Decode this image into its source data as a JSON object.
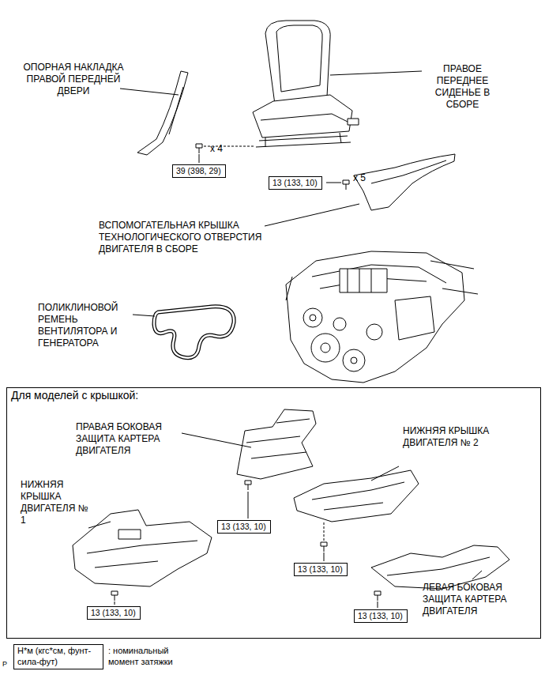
{
  "diagram": {
    "nodes": [
      {
        "text": [
          "39 (398, 29)"
        ]
      },
      {
        "text": [
          "13 (133, 10)"
        ]
      },
      {
        "text": [
          "Для моделей с крышкой:"
        ]
      },
      {
        "text": [
          "13 (133, 10)"
        ],
        "in": 2
      },
      {
        "text": [
          "13 (133, 10)"
        ],
        "in": 2
      },
      {
        "text": [
          "13 (133, 10)"
        ],
        "in": 2
      },
      {
        "text": [
          "13 (133, 10)"
        ],
        "in": 2
      },
      {
        "text": [
          "Н*м (кгс*см, фунт-сила-фут)"
        ]
      }
    ],
    "labels": [
      "ОПОРНАЯ НАКЛАДКА ПРАВОЙ ПЕРЕДНЕЙ ДВЕРИ",
      "ПРАВОЕ ПЕРЕДНЕЕ СИДЕНЬЕ В СБОРЕ",
      "x 4",
      "x 5",
      "ВСПОМОГАТЕЛЬНАЯ КРЫШКА ТЕХНОЛОГИЧЕСКОГО ОТВЕРСТИЯ ДВИГАТЕЛЯ В СБОРЕ",
      "ПОЛИКЛИНОВОЙ РЕМЕНЬ ВЕНТИЛЯТОРА И ГЕНЕРАТОРА",
      "ПРАВАЯ БОКОВАЯ ЗАЩИТА КАРТЕРА ДВИГАТЕЛЯ",
      "НИЖНЯЯ КРЫШКА ДВИГАТЕЛЯ № 2",
      "НИЖНЯЯ КРЫШКА ДВИГАТЕЛЯ № 1",
      "ЛЕВАЯ БОКОВАЯ ЗАЩИТА КАРТЕРА ДВИГАТЕЛЯ",
      ": номинальный момент затяжки",
      "P"
    ]
  }
}
